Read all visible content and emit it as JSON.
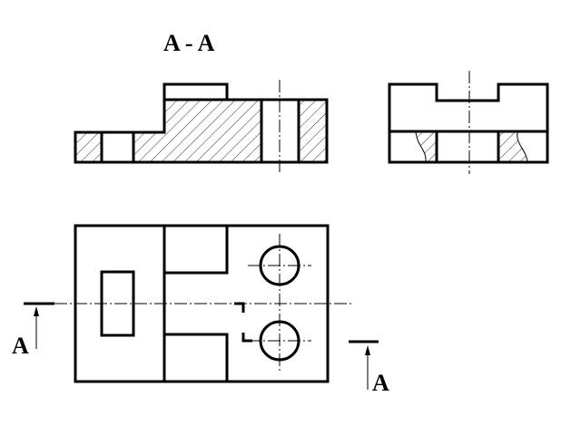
{
  "title": "A - A",
  "cutting_plane": {
    "left_label": "A",
    "right_label": "A"
  },
  "colors": {
    "line": "#000000",
    "background": "#ffffff"
  }
}
